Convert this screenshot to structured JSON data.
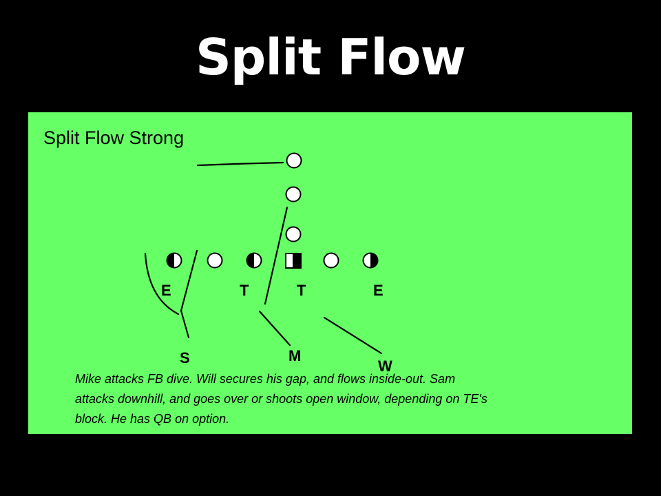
{
  "slide": {
    "title": "Split Flow"
  },
  "diagram": {
    "title": "Split Flow Strong",
    "background": "#66ff66",
    "offense_players": [
      {
        "role": "backfield",
        "shape": "circle"
      },
      {
        "role": "backfield",
        "shape": "circle"
      },
      {
        "role": "backfield",
        "shape": "circle"
      },
      {
        "role": "line",
        "shape": "half-filled-circle"
      },
      {
        "role": "line",
        "shape": "circle"
      },
      {
        "role": "line",
        "shape": "half-filled-circle"
      },
      {
        "role": "line",
        "shape": "half-filled-square"
      },
      {
        "role": "line",
        "shape": "circle"
      },
      {
        "role": "line",
        "shape": "half-filled-circle"
      }
    ],
    "defense_labels": [
      "E",
      "T",
      "T",
      "E",
      "S",
      "M",
      "W"
    ],
    "description_lines": [
      "Mike attacks FB dive.  Will secures his gap, and flows inside-out.  Sam",
      "attacks downhill, and goes over or shoots open window, depending on TE's",
      "block.  He has QB on option."
    ]
  }
}
